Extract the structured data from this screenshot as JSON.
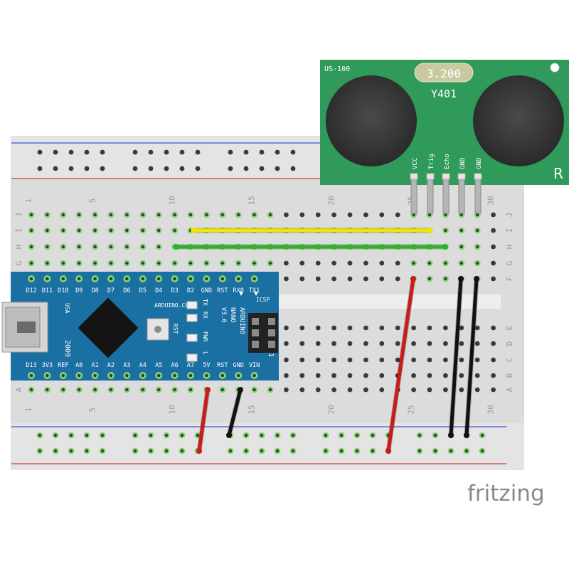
{
  "watermark": "fritzing",
  "breadboard": {
    "column_numbers": [
      "1",
      "5",
      "10",
      "15",
      "20",
      "25",
      "30"
    ],
    "row_letters_top": [
      "J",
      "I",
      "H",
      "G",
      "F"
    ],
    "row_letters_bottom": [
      "E",
      "D",
      "C",
      "B",
      "A"
    ]
  },
  "sensor": {
    "model_label": "US-100",
    "oval_text": "3.200",
    "chip_label": "Y401",
    "corner_mark": "R",
    "pins": [
      "VCC",
      "Trig",
      "Echo",
      "GND",
      "GND"
    ]
  },
  "arduino": {
    "pins_top": [
      "D12",
      "D11",
      "D10",
      "D9",
      "D8",
      "D7",
      "D6",
      "D5",
      "D4",
      "D3",
      "D2",
      "GND",
      "RST",
      "RX0",
      "TX1"
    ],
    "pins_bottom": [
      "D13",
      "3V3",
      "REF",
      "A0",
      "A1",
      "A2",
      "A3",
      "A4",
      "A5",
      "A6",
      "A7",
      "5V",
      "RST",
      "GND",
      "VIN"
    ],
    "brand": "ARDUINO.CC",
    "usa": "USA",
    "year": "2009",
    "name_lines": [
      "ARDUINO",
      "NANO",
      "V3.0"
    ],
    "led_labels": [
      "TX",
      "RX",
      "PWR",
      "L"
    ],
    "rst_label": "RST",
    "icsp_label": "ICSP",
    "icsp_pin": "1"
  },
  "wire_colors": {
    "yellow": "#f2e600",
    "green": "#2bb52b",
    "red": "#cc1a1a",
    "black": "#111111",
    "board_blue": "#1a6fa3",
    "sensor_green": "#2f9a5a"
  }
}
